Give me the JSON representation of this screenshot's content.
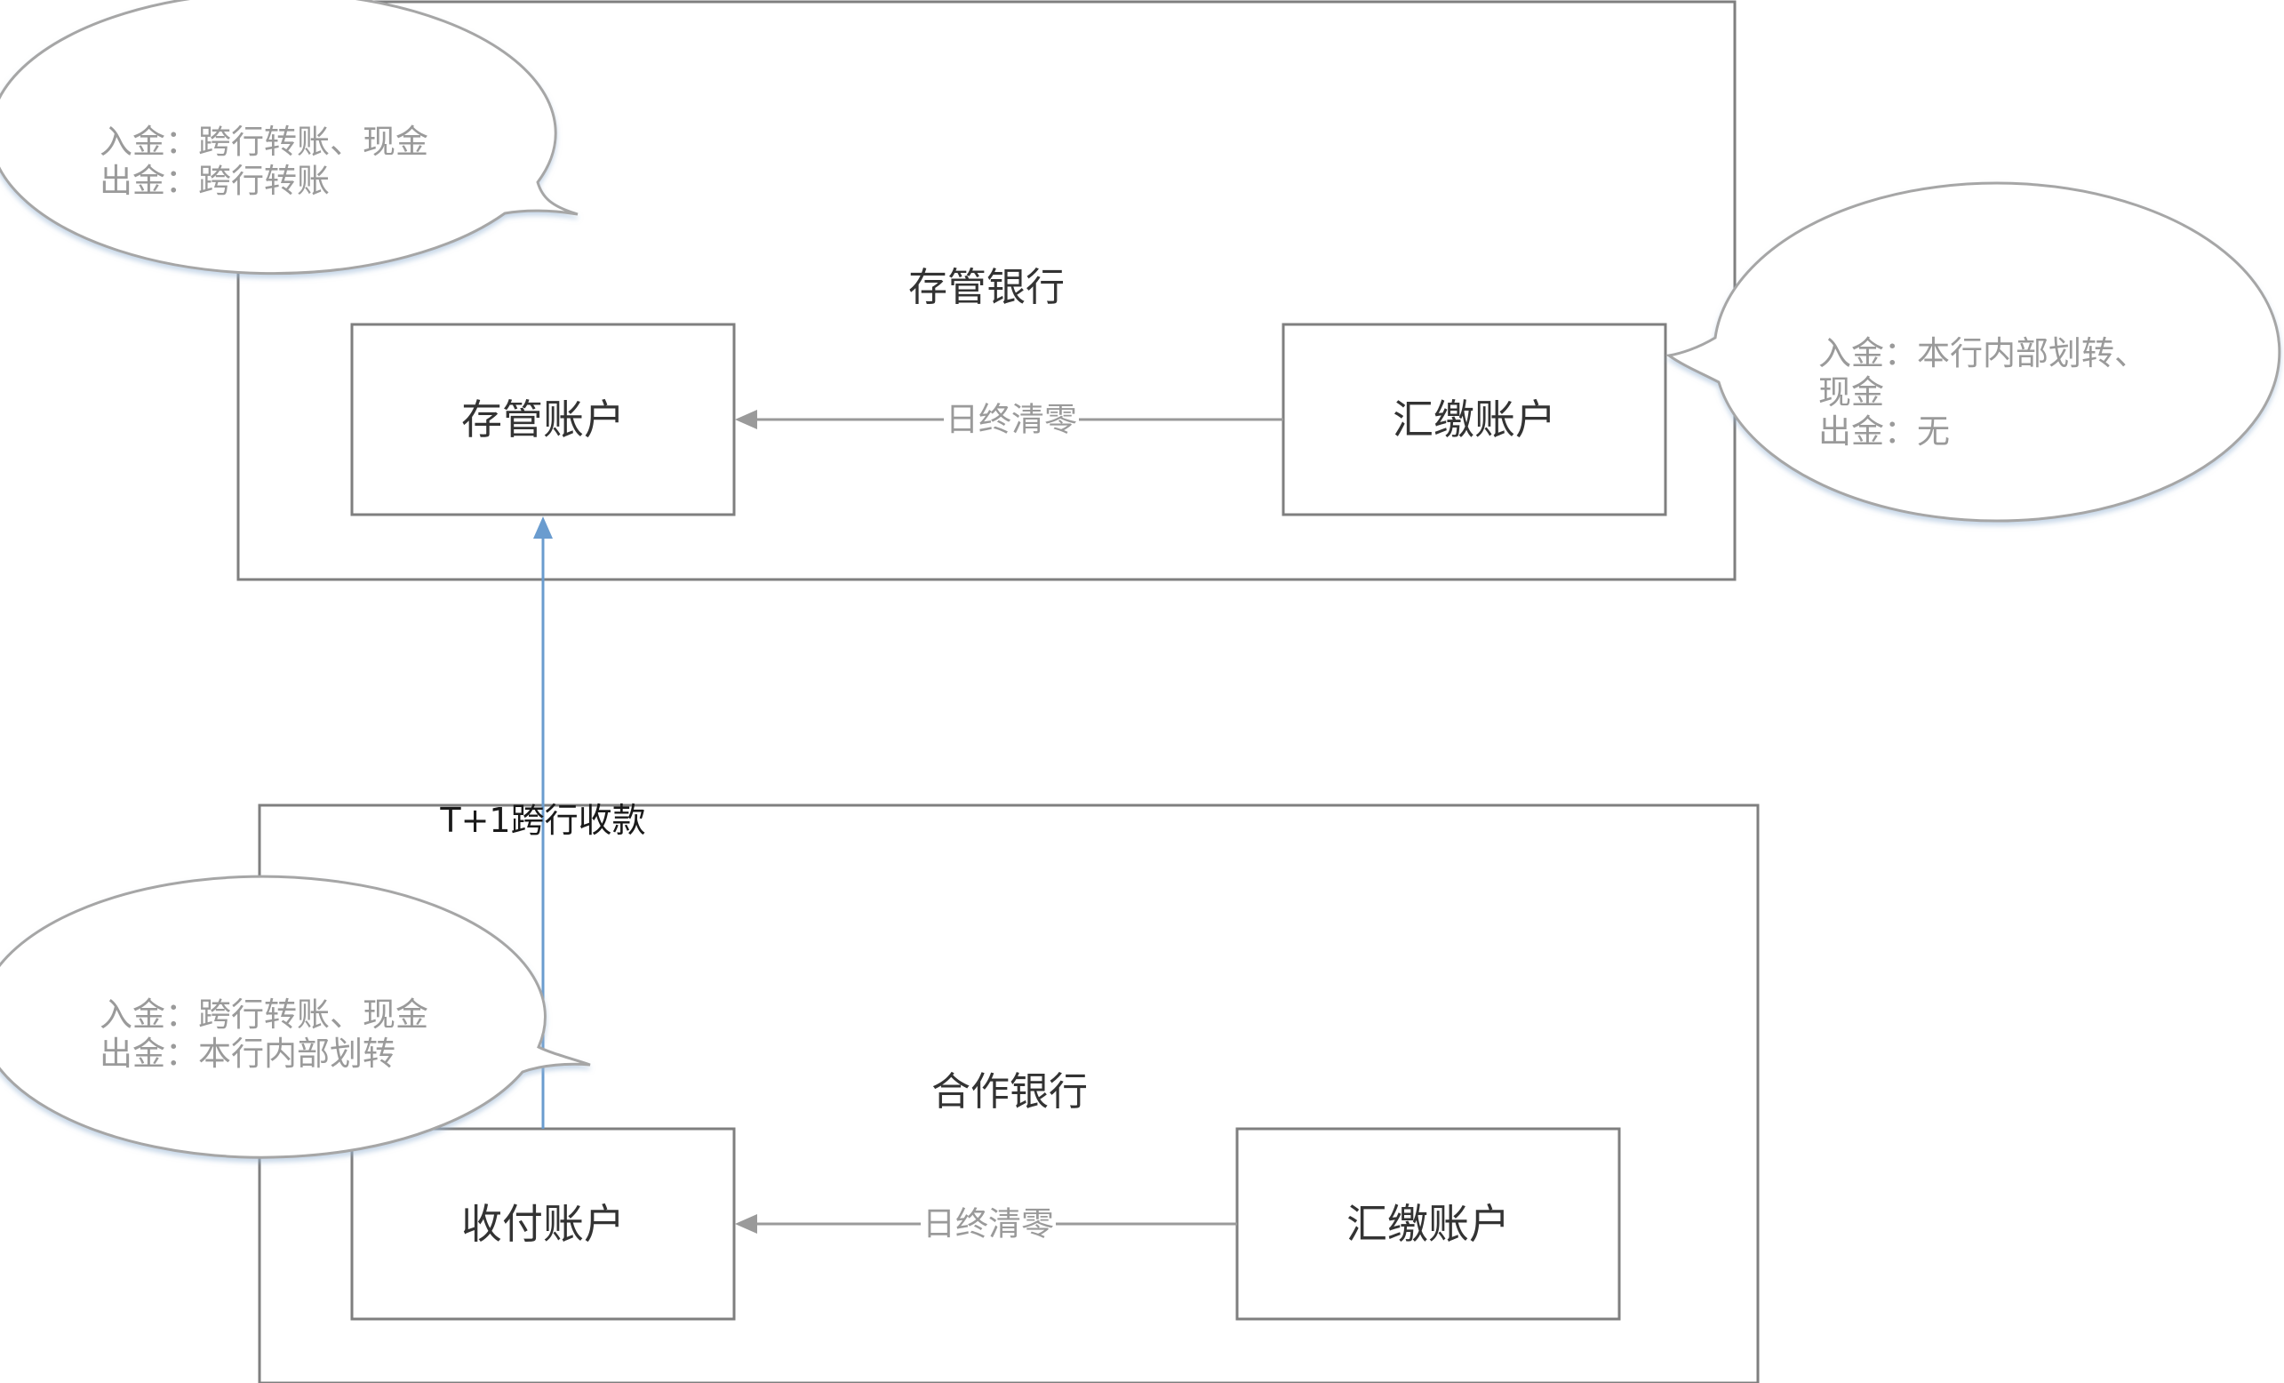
{
  "banks": {
    "top": {
      "title": "存管银行"
    },
    "bottom": {
      "title": "合作银行"
    }
  },
  "accounts": {
    "custody": "存管账户",
    "top_collection": "汇缴账户",
    "receipt_payment": "收付账户",
    "bottom_collection": "汇缴账户"
  },
  "edges": {
    "top_clear": "日终清零",
    "bottom_clear": "日终清零",
    "t1_transfer": "T+1跨行收款"
  },
  "notes": {
    "custody": {
      "in": "入金：跨行转账、现金",
      "out": "出金：跨行转账"
    },
    "top_collection": {
      "in_1": "入金：本行内部划转、",
      "in_2": "现金",
      "out": "出金：无"
    },
    "receipt_payment": {
      "in": "入金：跨行转账、现金",
      "out": "出金：本行内部划转"
    }
  },
  "colors": {
    "box_stroke": "#7f7f7f",
    "bubble_stroke": "#a6a6a6",
    "gray_arrow": "#9a9a9a",
    "blue_arrow": "#6a9ccf"
  }
}
